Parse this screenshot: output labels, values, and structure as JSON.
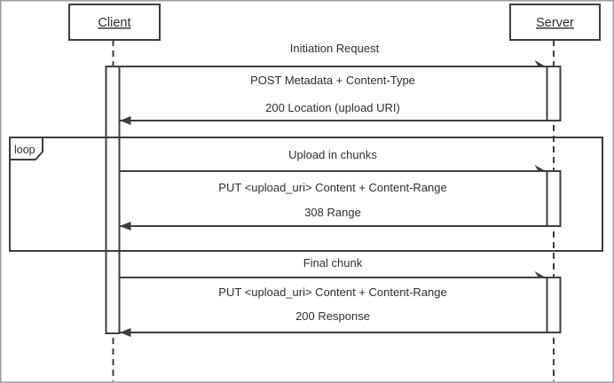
{
  "colors": {
    "line": "#3e3e3e",
    "text": "#2f2f2f",
    "background": "#ffffff",
    "frame": "#9e9e9e"
  },
  "actors": {
    "client": "Client",
    "server": "Server"
  },
  "loop": {
    "operator": "loop"
  },
  "sections": {
    "initiation": {
      "title": "Initiation Request",
      "request": "POST Metadata + Content-Type",
      "response": "200 Location (upload URI)"
    },
    "upload_loop": {
      "title": "Upload in chunks",
      "request": "PUT <upload_uri> Content + Content-Range",
      "response": "308 Range"
    },
    "final": {
      "title": "Final chunk",
      "request": "PUT <upload_uri> Content + Content-Range",
      "response": "200 Response"
    }
  }
}
